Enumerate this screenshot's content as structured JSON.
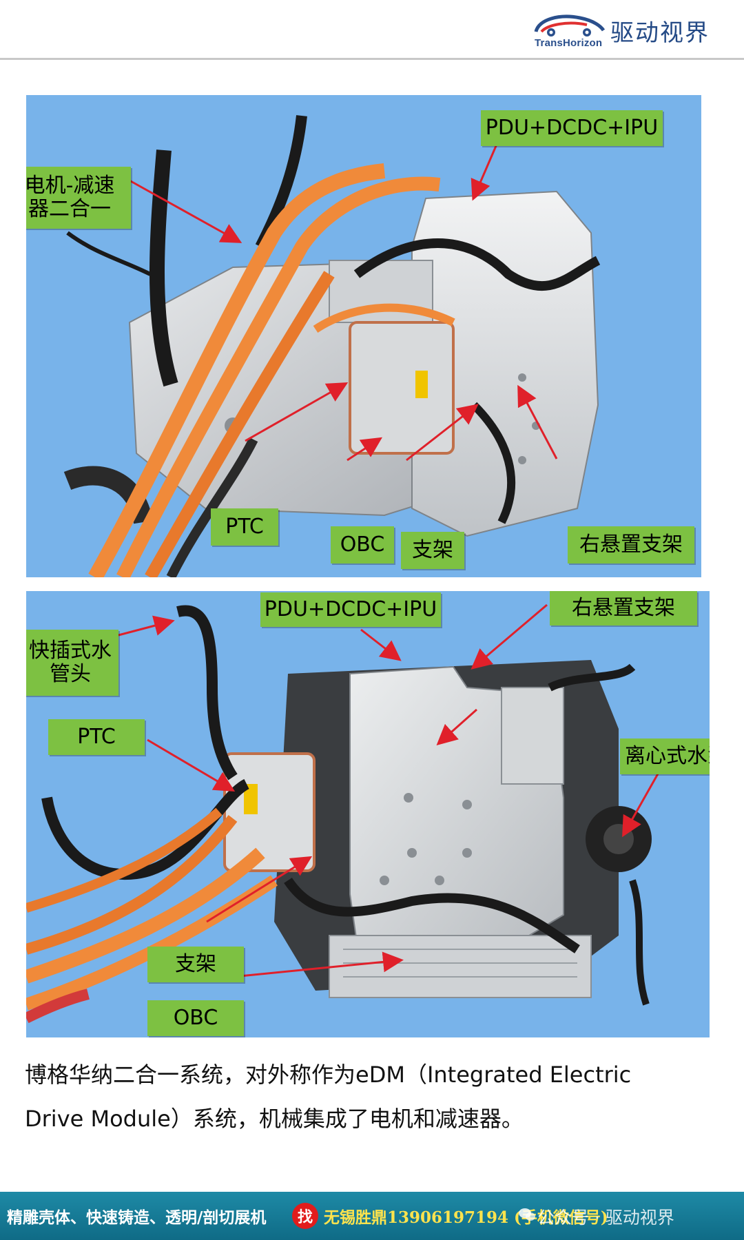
{
  "header": {
    "brand_en": "TransHorizon",
    "brand_cn": "驱动视界",
    "logo_icon": "car-swoosh-logo"
  },
  "panel1": {
    "labels": {
      "motor_reducer": "电机-减速\n器二合一",
      "pdu": "PDU+DCDC+IPU",
      "ptc": "PTC",
      "obc": "OBC",
      "bracket": "支架",
      "right_mount": "右悬置支架"
    }
  },
  "panel2": {
    "labels": {
      "quick_connector": "快插式水\n管头",
      "pdu": "PDU+DCDC+IPU",
      "right_mount": "右悬置支架",
      "ptc": "PTC",
      "pump": "离心式水泵",
      "bracket": "支架",
      "obc": "OBC"
    }
  },
  "caption": {
    "line1": "博格华纳二合一系统，对外称作为eDM（Integrated Electric",
    "line2": "Drive Module）系统，机械集成了电机和减速器。"
  },
  "footer": {
    "text": "精雕壳体、快速铸造、透明/剖切展机",
    "find": "找",
    "contact": "无锡胜鼎13906197194 (手机微信号)",
    "account": "公众号 · 驱动视界"
  },
  "colors": {
    "panel_bg": "#78b3ea",
    "label_bg": "#7dc142",
    "arrow": "#e0202a",
    "cable_orange": "#f08a3a",
    "footer_bg": "#1e8aa6"
  }
}
